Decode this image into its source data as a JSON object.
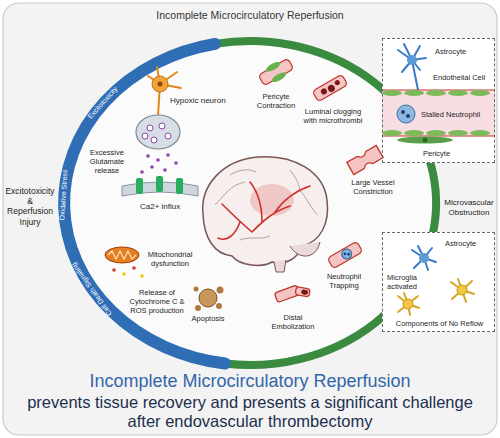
{
  "diagram": {
    "title": "Incomplete Microcirculatory Reperfusion",
    "caption": "prevents tissue recovery and presents a significant challenge after endovascular thrombectomy",
    "nodes": [
      {
        "text": [
          "Astrocyte",
          "Endothelial Cell",
          "Stalled Neutrophil",
          "Pericyte"
        ]
      },
      {
        "text": [
          "Astrocyte",
          "Microglia activated",
          "Components of No Reflow"
        ]
      }
    ],
    "labels": [
      "Excitotoxicity & Reperfusion Injury",
      "Excitotoxicity",
      "Oxidative Stress",
      "Cell Death Signaling",
      "Hypoxic neuron",
      "Excessive Glutamate release",
      "Ca2+ influx",
      "Mitochondrial dysfunction",
      "Release of Cytochrome C & ROS production",
      "Apoptosis",
      "Pericyte Contraction",
      "Luminal clogging with microthrombi",
      "Large Vessel Constriction",
      "Neutrophil Trapping",
      "Distal Embolization",
      "Microvascular Obstruction",
      "Incomplete Microcirculatory Reperfusion"
    ]
  }
}
